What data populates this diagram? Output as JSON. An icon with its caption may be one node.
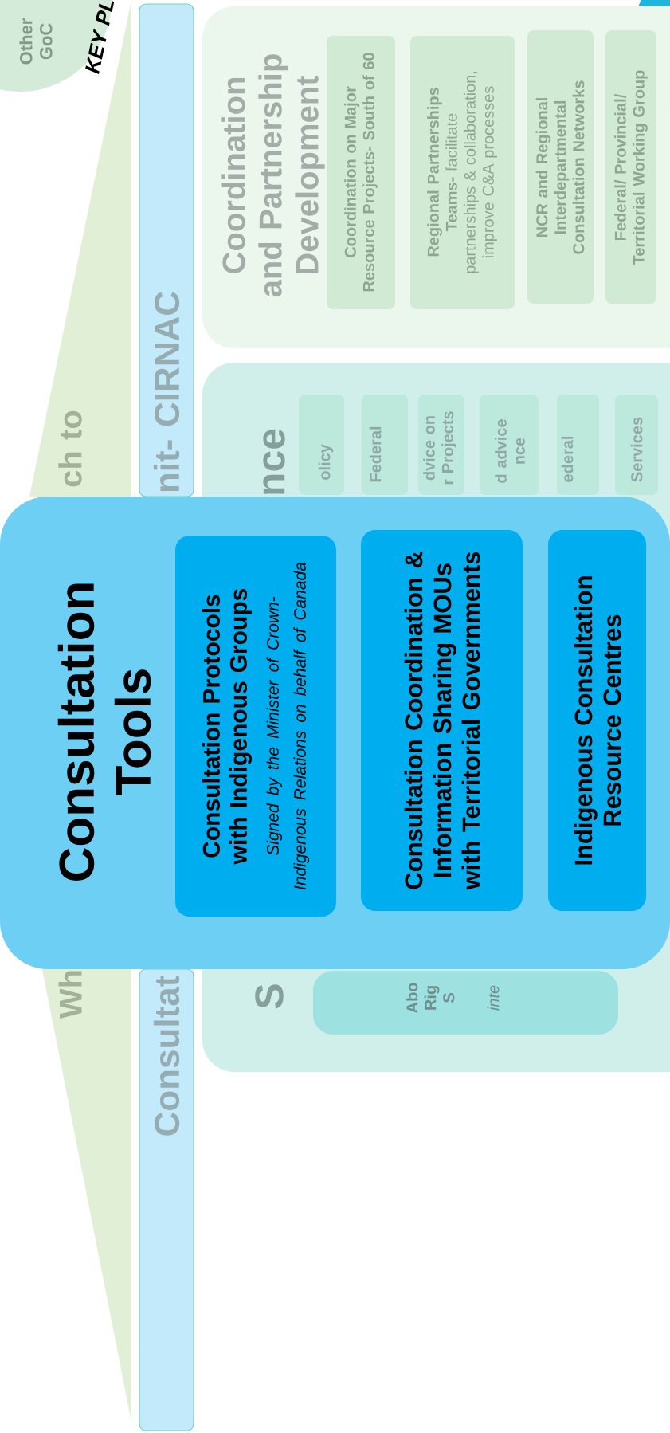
{
  "diagram": {
    "nodes": [
      {
        "text": [
          "Other GoC"
        ]
      },
      {
        "text": [
          "ch to"
        ]
      },
      {
        "text": [
          "nit- CIRNAC",
          "Consultat"
        ]
      },
      {
        "text": [
          "Coordination and Partnership Development"
        ]
      },
      {
        "text": [
          "Coordination on Major Resource Projects- South of 60"
        ],
        "in": 3
      },
      {
        "text": [
          "**Regional Partnerships Teams-** facilitate partnerships & collaboration, improve C&A processes"
        ],
        "in": 3
      },
      {
        "text": [
          "NCR and Regional Interdepartmental Consultation Networks"
        ],
        "in": 3
      },
      {
        "text": [
          "Federal/ Provincial/ Territorial Working Group"
        ],
        "in": 3
      },
      {
        "text": [
          "nce",
          "S"
        ]
      },
      {
        "text": [
          "olicy"
        ],
        "in": 8
      },
      {
        "text": [
          "Federal"
        ],
        "in": 8
      },
      {
        "text": [
          "dvice on r Projects"
        ],
        "in": 8
      },
      {
        "text": [
          "d advice nce"
        ],
        "in": 8
      },
      {
        "text": [
          "ederal"
        ],
        "in": 8
      },
      {
        "text": [
          "Services"
        ],
        "in": 8
      },
      {
        "text": [
          "Abo Rig S",
          "inte"
        ],
        "in": 8
      },
      {
        "text": [
          "Consultation Tools"
        ]
      },
      {
        "text": [
          "Consultation Protocols with Indigenous Groups",
          "Signed by the Minister of Crown-Indigenous Relations on behalf of Canada"
        ],
        "in": 16
      },
      {
        "text": [
          "Consultation Coordination & Information Sharing MOUs with Territorial Governments"
        ]
      },
      {
        "text": [
          "Indigenous Consultation Resource Centres"
        ]
      },
      {
        "text": [
          "Wh"
        ]
      }
    ],
    "edges": [],
    "labels": [
      "KEY PL"
    ]
  }
}
